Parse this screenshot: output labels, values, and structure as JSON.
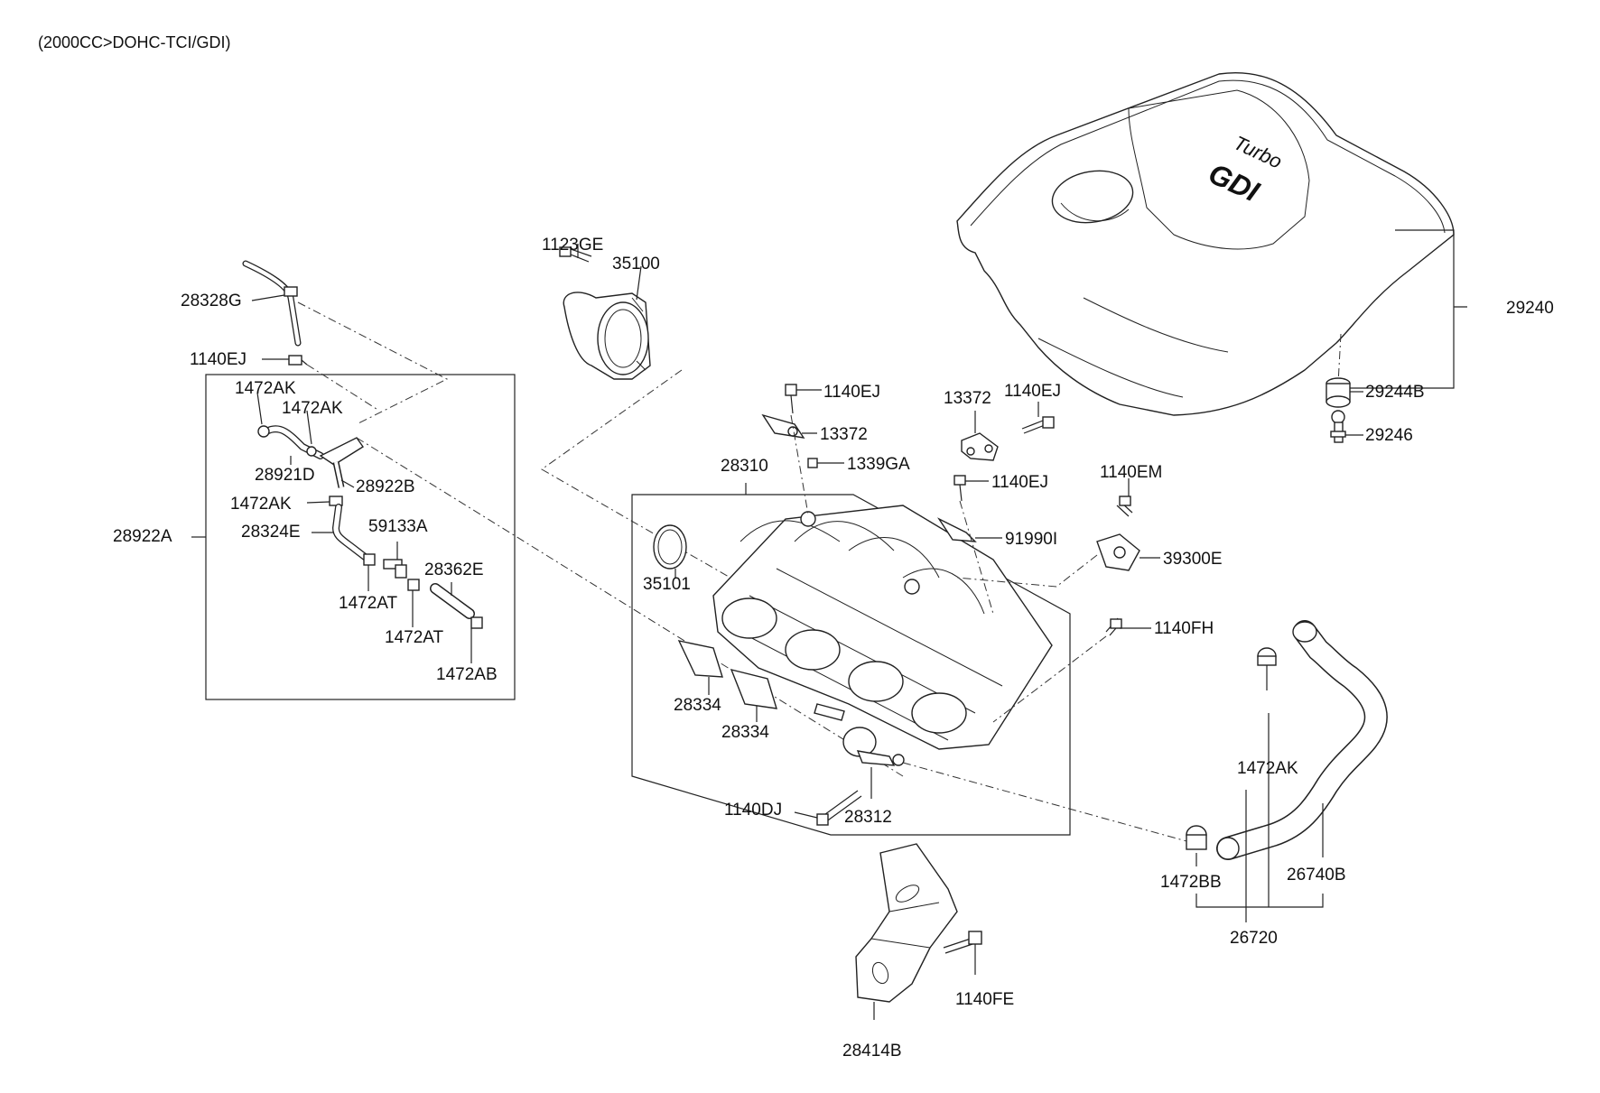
{
  "header": "(2000CC>DOHC-TCI/GDI)",
  "cover_text": {
    "line1": "Turbo",
    "line2": "GDI"
  },
  "labels": [
    "1123GE",
    "35100",
    "28328G",
    "1140EJ",
    "1472AK",
    "1472AK",
    "28921D",
    "28922B",
    "1472AK",
    "28922A",
    "28324E",
    "59133A",
    "28362E",
    "1472AT",
    "1472AT",
    "1472AB",
    "1140EJ",
    "13372",
    "13372",
    "1140EJ",
    "1339GA",
    "28310",
    "1140EJ",
    "1140EM",
    "91990I",
    "39300E",
    "35101",
    "1140FH",
    "28334",
    "28334",
    "1140DJ",
    "28312",
    "29240",
    "29244B",
    "29246",
    "1472AK",
    "1472BB",
    "26740B",
    "26720",
    "1140FE",
    "28414B"
  ]
}
